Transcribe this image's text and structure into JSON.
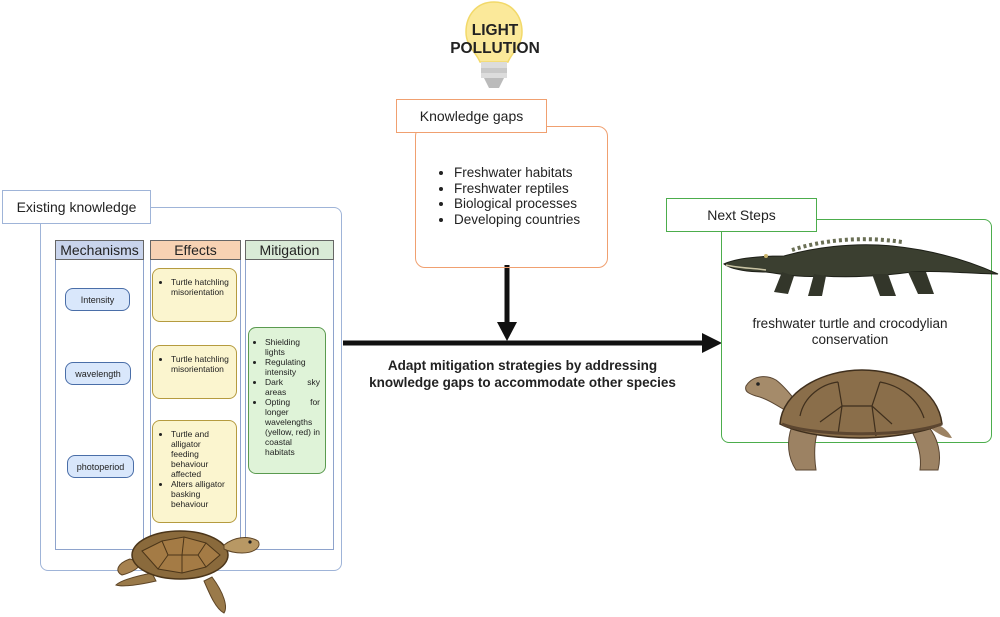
{
  "title": "LIGHT POLLUTION",
  "title_line1": "LIGHT",
  "title_line2": "POLLUTION",
  "existing_knowledge": {
    "label": "Existing knowledge",
    "columns": {
      "mechanisms": "Mechanisms",
      "effects": "Effects",
      "mitigation": "Mitigation"
    },
    "mechanisms": [
      "Intensity",
      "wavelength",
      "photoperiod"
    ],
    "effects": [
      [
        "Turtle hatchling misorientation"
      ],
      [
        "Turtle hatchling misorientation"
      ],
      [
        "Turtle and alligator feeding behaviour affected",
        "Alters alligator basking behaviour"
      ]
    ],
    "mitigation": [
      "Shielding lights",
      "Regulating intensity",
      "Dark sky areas",
      "Opting for longer wavelengths (yellow, red) in coastal habitats"
    ]
  },
  "knowledge_gaps": {
    "label": "Knowledge gaps",
    "items": [
      "Freshwater habitats",
      "Freshwater reptiles",
      "Biological processes",
      "Developing countries"
    ]
  },
  "central_message": "Adapt mitigation strategies by addressing knowledge gaps to accommodate other species",
  "next_steps": {
    "label": "Next Steps",
    "text": "freshwater turtle and crocodylian conservation"
  },
  "colors": {
    "existing_knowledge_border": "#9fb4d8",
    "knowledge_gaps_border": "#f0a070",
    "next_steps_border": "#4cad4c",
    "mechanisms_header": "#c9d4ec",
    "effects_header": "#f7d2b3",
    "mitigation_header": "#d9ead7",
    "arrow": "#111111",
    "bulb": "#fbe99a"
  },
  "icons": [
    "light-bulb-icon",
    "sea-turtle-icon",
    "alligator-icon",
    "tortoise-icon"
  ]
}
